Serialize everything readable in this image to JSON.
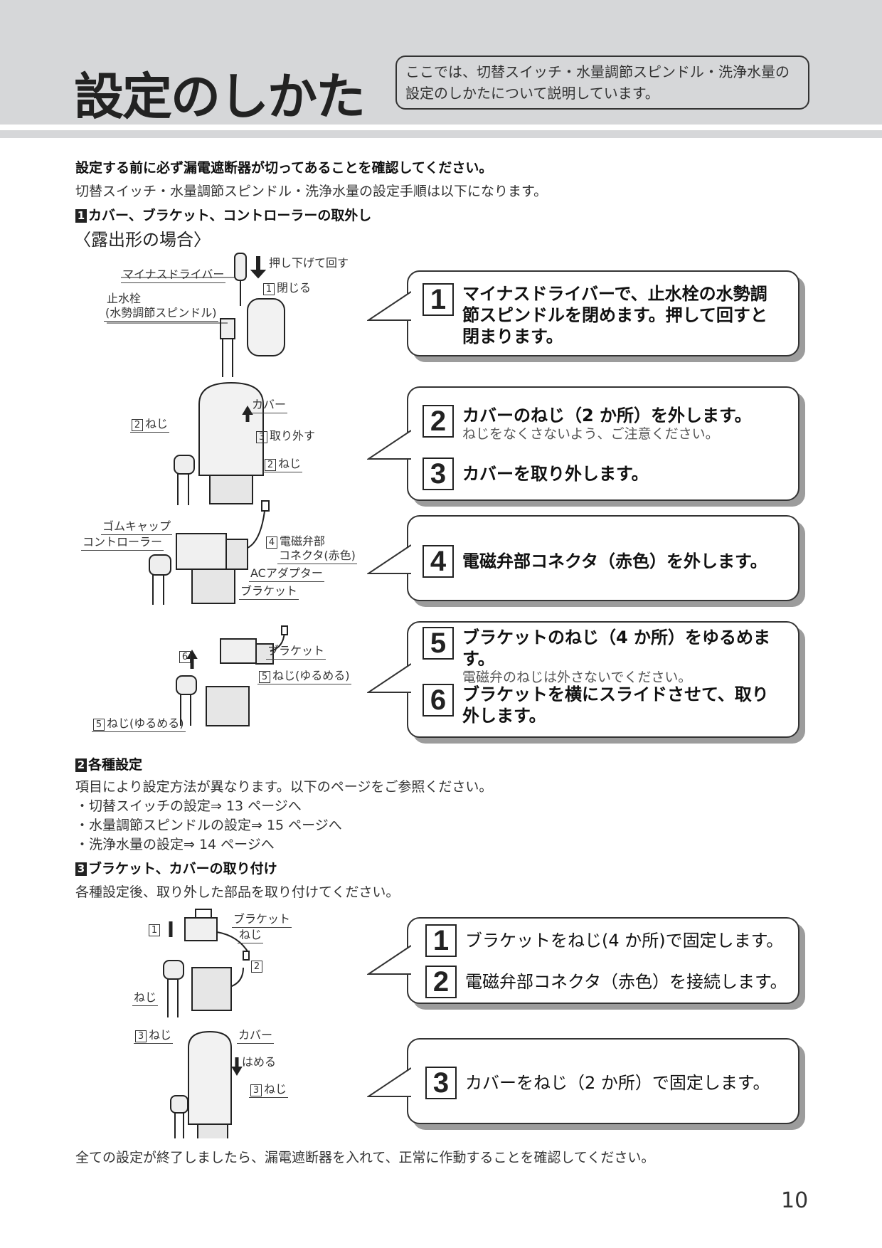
{
  "header": {
    "title": "設定のしかた",
    "description": "ここでは、切替スイッチ・水量調節スピンドル・洗浄水量の設定のしかたについて説明しています。"
  },
  "intro": {
    "warning": "設定する前に必ず漏電遮断器が切ってあることを確認してください。",
    "summary": "切替スイッチ・水量調節スピンドル・洗浄水量の設定手順は以下になります。"
  },
  "section1": {
    "num": "1",
    "title": "カバー、ブラケット、コントローラーの取外し",
    "subtitle": "〈露出形の場合〉",
    "fig1": {
      "driver": "マイナスドライバー",
      "push": "押し下げて回す",
      "close_num": "1",
      "close": "閉じる",
      "stop": "止水栓",
      "spindle": "(水勢調節スピンドル)"
    },
    "fig2": {
      "cover": "カバー",
      "screw_num": "2",
      "screw": "ねじ",
      "remove_num": "3",
      "remove": "取り外す"
    },
    "fig3": {
      "cap": "ゴムキャップ",
      "controller": "コントローラー",
      "conn_num": "4",
      "conn1": "電磁弁部",
      "conn2": "コネクタ(赤色)",
      "adapter": "ACアダプター",
      "bracket": "ブラケット"
    },
    "fig4": {
      "slide_num": "6",
      "bracket": "ブラケット",
      "loosen_num": "5",
      "loosen": "ねじ(ゆるめる)"
    },
    "steps": [
      {
        "num": "1",
        "text": "マイナスドライバーで、止水栓の水勢調節スピンドルを閉めます。押して回すと閉まります。"
      },
      {
        "num": "2",
        "text": "カバーのねじ（2 か所）を外します。",
        "note": "ねじをなくさないよう、ご注意ください。"
      },
      {
        "num": "3",
        "text": "カバーを取り外します。"
      },
      {
        "num": "4",
        "text": "電磁弁部コネクタ（赤色）を外します。"
      },
      {
        "num": "5",
        "text": "ブラケットのねじ（4 か所）をゆるめます。",
        "note": "電磁弁のねじは外さないでください。"
      },
      {
        "num": "6",
        "text": "ブラケットを横にスライドさせて、取り外します。"
      }
    ]
  },
  "section2": {
    "num": "2",
    "title": "各種設定",
    "text": "項目により設定方法が異なります。以下のページをご参照ください。",
    "items": [
      "・切替スイッチの設定⇒ 13 ページへ",
      "・水量調節スピンドルの設定⇒ 15 ページへ",
      "・洗浄水量の設定⇒ 14 ページへ"
    ]
  },
  "section3": {
    "num": "3",
    "title": "ブラケット、カバーの取り付け",
    "text": "各種設定後、取り外した部品を取り付けてください。",
    "fig5": {
      "n1": "1",
      "bracket": "ブラケット",
      "screw": "ねじ",
      "n2": "2"
    },
    "fig6": {
      "n3": "3",
      "screw": "ねじ",
      "cover": "カバー",
      "fit": "はめる"
    },
    "steps": [
      {
        "num": "1",
        "text": "ブラケットをねじ(4 か所)で固定します。"
      },
      {
        "num": "2",
        "text": "電磁弁部コネクタ（赤色）を接続します。"
      },
      {
        "num": "3",
        "text": "カバーをねじ（2 か所）で固定します。"
      }
    ]
  },
  "footer": {
    "text": "全ての設定が終了しましたら、漏電遮断器を入れて、正常に作動することを確認してください。",
    "page": "10"
  }
}
